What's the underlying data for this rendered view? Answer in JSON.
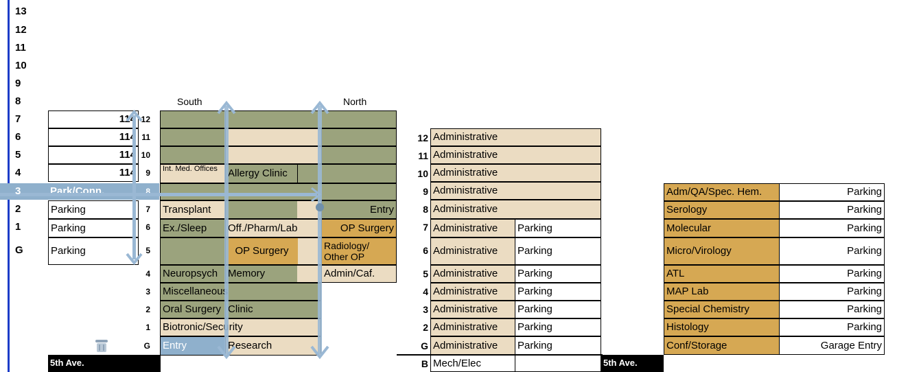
{
  "colors": {
    "green": "#9ba37d",
    "beige": "#ebdcc2",
    "tan": "#d6a853",
    "blue": "#8fb0cc",
    "axis": "#1c3cc8"
  },
  "levels": [
    "13",
    "12",
    "11",
    "10",
    "9",
    "8",
    "7",
    "6",
    "5",
    "4",
    "3",
    "2",
    "1",
    "G"
  ],
  "garage": {
    "rows": [
      "114",
      "114",
      "114",
      "114",
      "Park/Conn.",
      "Parking",
      "Parking",
      "Parking"
    ],
    "street": "5th Ave.",
    "icon": "trash-can-icon"
  },
  "center": {
    "south_label": "South",
    "north_label": "North",
    "floor_numbers": [
      "12",
      "11",
      "10",
      "9",
      "8",
      "7",
      "6",
      "5",
      "4",
      "3",
      "2",
      "1",
      "G"
    ],
    "cells": {
      "f9_a": "Int. Med. Offices",
      "f9_b": "Allergy Clinic",
      "f7_a": "Transplant",
      "f7_b": "Entry",
      "f6_a": "Ex./Sleep",
      "f6_b": "Off./Pharm/Lab",
      "f6_c": "OP Surgery",
      "f5_b": "OP Surgery",
      "f5_c": "Radiology/ Other OP",
      "f4_a": "Neuropsych",
      "f4_b": "Memory",
      "f4_c": "Admin/Caf.",
      "f3": "Miscellaneous",
      "f2_a": "Oral Surgery",
      "f2_b": "Clinic",
      "f1": "Biotronic/Security",
      "fG_a": "Entry",
      "fG_b": "Research"
    }
  },
  "admin": {
    "floors": [
      "12",
      "11",
      "10",
      "9",
      "8",
      "7",
      "6",
      "5",
      "4",
      "3",
      "2",
      "G",
      "B"
    ],
    "first": [
      "Administrative",
      "Administrative",
      "Administrative",
      "Administrative",
      "Administrative",
      "Administrative",
      "Administrative",
      "Administrative",
      "Administrative",
      "Administrative",
      "Administrative",
      "Administrative",
      "Mech/Elec"
    ],
    "second": [
      "",
      "",
      "",
      "",
      "",
      "Parking",
      "Parking",
      "Parking",
      "Parking",
      "Parking",
      "Parking",
      "Parking",
      ""
    ],
    "street": "5th Ave."
  },
  "lab": {
    "rows": [
      {
        "name": "Adm/QA/Spec. Hem.",
        "use": "Parking"
      },
      {
        "name": "Serology",
        "use": "Parking"
      },
      {
        "name": "Molecular",
        "use": "Parking"
      },
      {
        "name": "Micro/Virology",
        "use": "Parking"
      },
      {
        "name": "ATL",
        "use": "Parking"
      },
      {
        "name": "MAP Lab",
        "use": "Parking"
      },
      {
        "name": "Special Chemistry",
        "use": "Parking"
      },
      {
        "name": "Histology",
        "use": "Parking"
      },
      {
        "name": "Conf/Storage",
        "use": "Garage Entry"
      }
    ]
  }
}
